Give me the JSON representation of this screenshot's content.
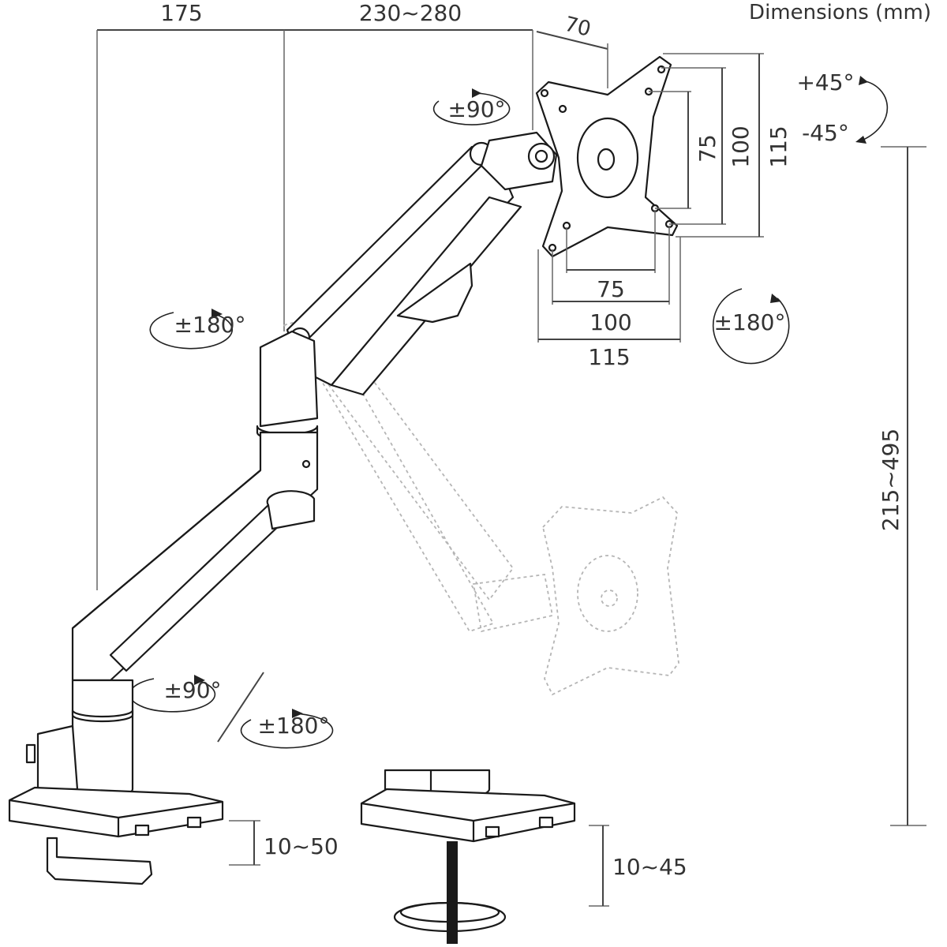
{
  "header": {
    "title": "Dimensions (mm)"
  },
  "dimensions": {
    "base_to_pole": "175",
    "arm_reach": "230~280",
    "head_offset": "70",
    "vesa_vert_inner": "75",
    "vesa_vert_outer": "100",
    "plate_height": "115",
    "vesa_horiz_inner": "75",
    "vesa_horiz_outer": "100",
    "plate_width": "115",
    "height_range": "215~495",
    "clamp_range": "10~50",
    "grommet_range": "10~45"
  },
  "rotations": {
    "tilt_up": "+45°",
    "tilt_down": "-45°",
    "head_swivel": "±90°",
    "elbow_swivel": "±180°",
    "screen_rotate": "±180°",
    "base_swivel": "±90°",
    "pole_swivel": "±180°"
  },
  "colors": {
    "line": "#1a1a1a",
    "ghost": "#b5b5b5",
    "text": "#333333"
  }
}
